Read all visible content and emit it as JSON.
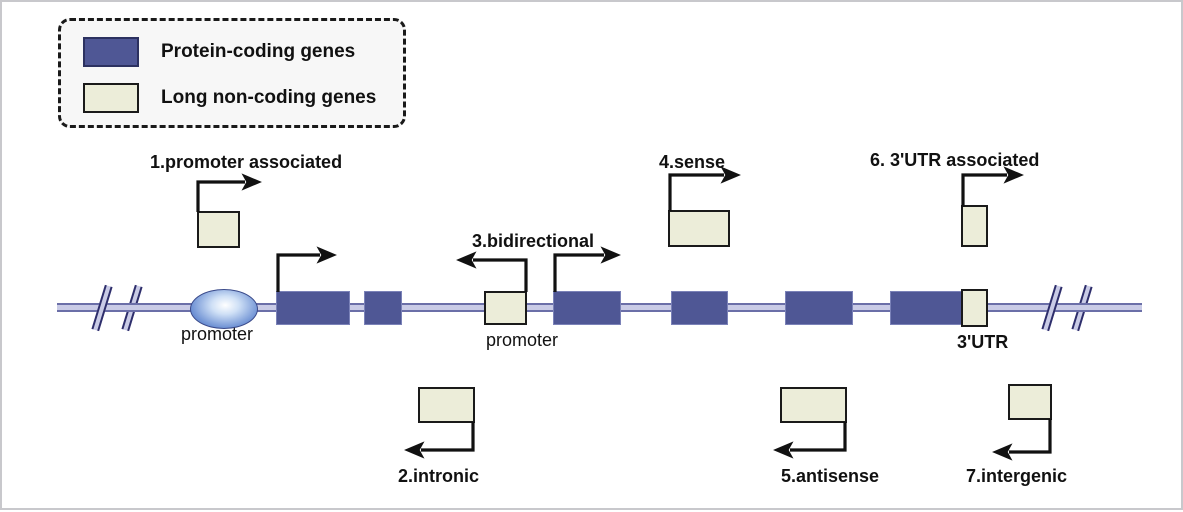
{
  "legend": {
    "items": [
      {
        "label": "Protein-coding genes",
        "swatch": "blue",
        "color": "#4f5795"
      },
      {
        "label": "Long non-coding genes",
        "swatch": "cream",
        "color": "#ecedd9"
      }
    ]
  },
  "diagram": {
    "title_type": "lncRNA classification relative to protein-coding genes",
    "categories": [
      {
        "id": 1,
        "label": "1.promoter associated",
        "direction": "sense-right",
        "position": "above-upstream-promoter"
      },
      {
        "id": 2,
        "label": "2.intronic",
        "direction": "antisense-left",
        "position": "below-intron"
      },
      {
        "id": 3,
        "label": "3.bidirectional",
        "direction": "antisense-left",
        "position": "shared-promoter"
      },
      {
        "id": 4,
        "label": "4.sense",
        "direction": "sense-right",
        "position": "above-gene-body"
      },
      {
        "id": 5,
        "label": "5.antisense",
        "direction": "antisense-left",
        "position": "below-gene-body"
      },
      {
        "id": 6,
        "label": "6. 3'UTR associated",
        "direction": "sense-right",
        "position": "above-3utr"
      },
      {
        "id": 7,
        "label": "7.intergenic",
        "direction": "antisense-left",
        "position": "below-downstream"
      }
    ],
    "annotations": [
      {
        "name": "promoter-left",
        "text": "promoter"
      },
      {
        "name": "promoter-bidirectional",
        "text": "promoter"
      },
      {
        "name": "three-prime-utr",
        "text": "3'UTR"
      }
    ],
    "colors": {
      "protein_coding": "#4f5795",
      "long_non_coding": "#ecedd9",
      "dna_backbone": "#6b6fa8",
      "outline": "#1a1a1a",
      "promoter_oval": "#3d5fae"
    }
  }
}
